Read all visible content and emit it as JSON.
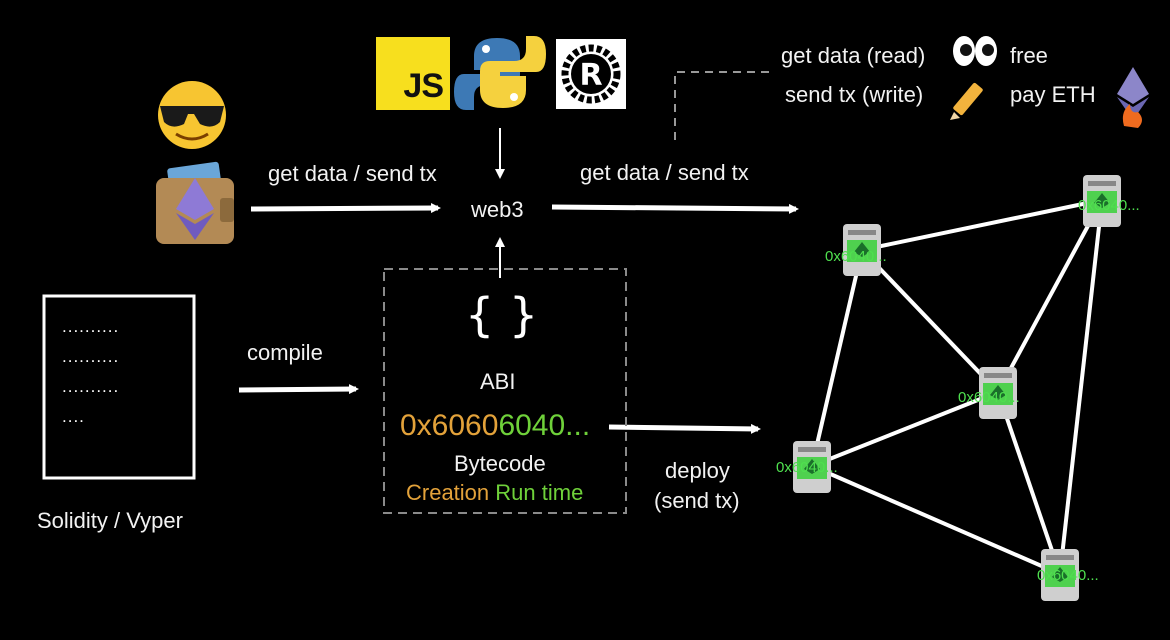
{
  "libraries": {
    "js_logo": "JS"
  },
  "wallet_side": {
    "arrow_label": "get data / send tx"
  },
  "web3": {
    "label": "web3",
    "to_network_label": "get data / send tx"
  },
  "legend": {
    "read_label": "get data (read)",
    "read_cost": "free",
    "write_label": "send tx (write)",
    "write_cost": "pay ETH"
  },
  "source": {
    "lines": [
      "..........",
      "..........",
      "..........",
      "...."
    ],
    "caption": "Solidity / Vyper"
  },
  "compile": {
    "label": "compile"
  },
  "artifacts": {
    "abi_glyph": "{  }",
    "abi_label": "ABI",
    "hex_creation": "0x6060",
    "hex_runtime": "6040...",
    "bytecode_label": "Bytecode",
    "creation_label": "Creation",
    "runtime_label": "Run time"
  },
  "deploy": {
    "label_line1": "deploy",
    "label_line2": "(send tx)"
  },
  "network": {
    "node_labels": [
      "0x6040...",
      "0x6040...",
      "0x6040...",
      "0x6040...",
      "0x6040..."
    ],
    "node_color": "#4fe04f"
  }
}
